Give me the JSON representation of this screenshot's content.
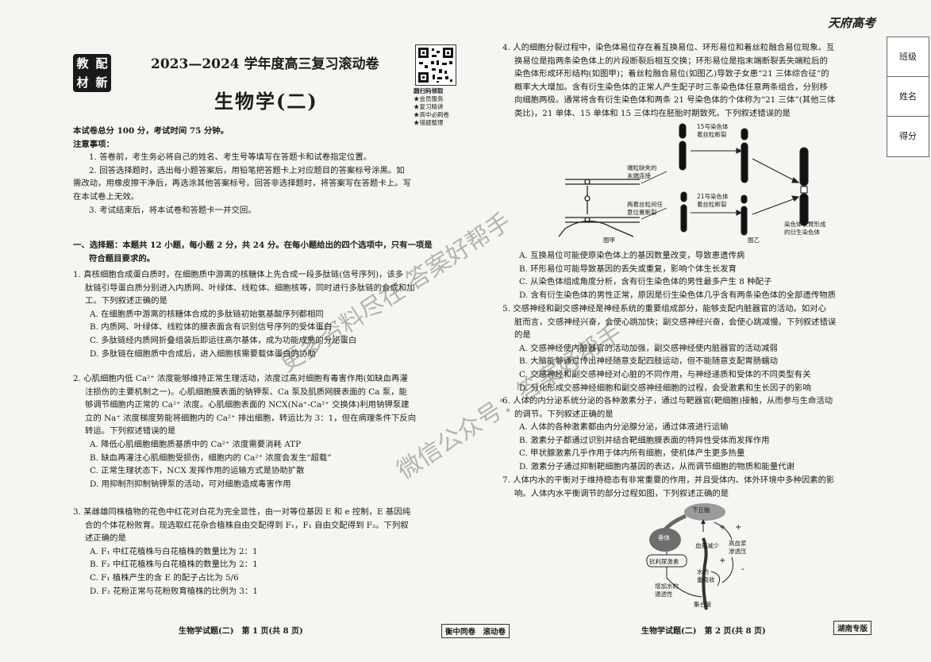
{
  "header": {
    "logo_chars": [
      "教",
      "配",
      "材",
      "新"
    ],
    "title": "2023—2024 学年度高三复习滚动卷",
    "subtitle": "生物学(二)",
    "qr_caption": "圆扫码领取",
    "qr_items": [
      "★会员服务",
      "★复习精讲",
      "★高中必刷卷",
      "★错题整理"
    ],
    "brand": "天府高考"
  },
  "sidebar": {
    "fields": [
      "班级",
      "姓名",
      "得分"
    ]
  },
  "notes": {
    "score_line": "本试卷总分 100 分，考试时间 75 分钟。",
    "heading": "注意事项：",
    "lines": [
      "1. 答卷前，考生务必将自己的姓名、考生号等填写在答题卡和试卷指定位置。",
      "2. 回答选择题时，选出每小题答案后，用铅笔把答题卡上对应题目的答案标号涂黑。如",
      "需改动，用橡皮擦干净后，再选涂其他答案标号。回答非选择题时，将答案写在答题卡上。写",
      "在本试卷上无效。",
      "3. 考试结束后，将本试卷和答题卡一并交回。"
    ]
  },
  "section": {
    "line1": "一、选择题：本题共 12 小题，每小题 2 分，共 24 分。在每小题给出的四个选项中，只有一项是",
    "line2": "符合题目要求的。"
  },
  "q1": {
    "lines": [
      "1. 真核细胞合成蛋白质时，在细胞质中游离的核糖体上先合成一段多肽链(信号序列)，该多",
      "肽链引导蛋白质分别进入内质网、叶绿体、线粒体、细胞核等，同时进行多肽链的合成和加",
      "工。下列叙述正确的是"
    ],
    "options": [
      "A. 在细胞质中游离的核糖体合成的多肽链初始氨基酸序列都相同",
      "B. 内质网、叶绿体、线粒体的膜表面含有识别信号序列的受体蛋白",
      "C. 多肽链经内质网折叠组装后即运往高尔基体，成为功能成熟的分泌蛋白",
      "D. 多肽链在细胞质中合成后，进入细胞核需要载体蛋白的协助"
    ]
  },
  "q2": {
    "lines": [
      "2. 心肌细胞内低 Ca²⁺ 浓度能够维持正常生理活动，浓度过高对细胞有毒害作用(如缺血再灌",
      "注损伤的主要机制之一)。心肌细胞膜表面的钠钾泵、Ca 泵及肌质网膜表面的 Ca 泵，能",
      "够调节细胞内正常的 Ca²⁺ 浓度。心肌细胞表面的 NCX(Na⁺-Ca²⁺ 交换体)利用钠钾泵建",
      "立的 Na⁺ 浓度梯度势能将细胞内的 Ca²⁺ 排出细胞，转运比为 3：1，但在病理条件下反向",
      "转运。下列叙述错误的是"
    ],
    "options": [
      "A. 降低心肌细胞细胞质基质中的 Ca²⁺ 浓度需要消耗 ATP",
      "B. 缺血再灌注心肌细胞受损伤，细胞内的 Ca²⁺ 浓度会发生“超载”",
      "C. 正常生理状态下，NCX 发挥作用的运输方式是协助扩散",
      "D. 用抑制剂抑制钠钾泵的活动，可对细胞造成毒害作用"
    ]
  },
  "q3": {
    "lines": [
      "3. 某雌雄同株植物的花色中红花对白花为完全显性，由一对等位基因 E 和 e 控制，E 基因纯",
      "合的个体花粉败育。现选取红花杂合植株自由交配得到 F₁，F₁ 自由交配得到 F₂。下列叙",
      "述正确的是"
    ],
    "options": [
      "A. F₁ 中红花植株与白花植株的数量比为 2：1",
      "B. F₂ 中红花植株与白花植株的数量比为 2：1",
      "C. F₁ 植株产生的含 E 的配子占比为 5/6",
      "D. F₂ 花粉正常与花粉败育植株的比例为 3：1"
    ]
  },
  "q4": {
    "lines": [
      "4. 人的细胞分裂过程中，染色体易位存在着互换易位、环形易位和着丝粒融合易位现象。互",
      "换易位是指两条染色体上的片段断裂后相互交换；环形易位是指末端断裂丢失端粒后的",
      "染色体形成环形结构(如图甲)；着丝粒融合易位(如图乙)导致子女患“21 三体综合征”的",
      "概率大大增加。含有衍生染色体的正常人产生配子时三条染色体任意两条组合，分别移",
      "向细胞两极。通常将含有衍生染色体和两条 21 号染色体的个体称为“21 三体”(其他三体",
      "类比)，21 单体、15 单体和 15 三体均在胚胎时期致死。下列叙述错误的是"
    ],
    "options": [
      "A. 互换易位可能使原染色体上的基因数量改变，导致患遗传病",
      "B. 环形易位可能导致基因的丢失或重复，影响个体生长发育",
      "C. 从染色体组成角度分析，含有衍生染色体的男性最多产生 8 种配子",
      "D. 含有衍生染色体的男性正常，原因是衍生染色体几乎含有两条染色体的全部遗传物质"
    ]
  },
  "figure1": {
    "label_ring1": "端粒缺失的",
    "label_ring2": "末端连接",
    "label_break1": "两着丝粒间任",
    "label_break2": "意位置断裂",
    "label_15_1": "15号染色体",
    "label_15_2": "着丝粒断裂",
    "label_21_1": "21号染色体",
    "label_21_2": "着丝粒断裂",
    "label_deriv1": "染色体长臂形成",
    "label_deriv2": "的衍生染色体",
    "caption_a": "图甲",
    "caption_b": "图乙"
  },
  "q5": {
    "lines": [
      "5. 交感神经和副交感神经是神经系统的重要组成部分，能够支配内脏器官的活动。如对心",
      "脏而言，交感神经兴奋，会使心跳加快；副交感神经兴奋，会使心跳减慢。下列叙述错误",
      "的是"
    ],
    "options": [
      "A. 交感神经使内脏器官的活动加强，副交感神经使内脏器官的活动减弱",
      "B. 大脑能够通过传出神经随意支配四肢运动，但不能随意支配胃肠蠕动",
      "C. 交感神经和副交感神经对心脏的不同作用，与神经递质和受体的不同类型有关",
      "D. 分化形成交感神经细胞和副交感神经细胞的过程，会受激素和生长因子的影响"
    ]
  },
  "q6": {
    "lines": [
      "6. 人体的内分泌系统分泌的各种激素分子，通过与靶器官(靶细胞)接触，从而参与生命活动",
      "的调节。下列叙述正确的是"
    ],
    "options": [
      "A. 人体的各种激素都由内分泌腺分泌，通过体液进行运输",
      "B. 激素分子都通过识别并结合靶细胞膜表面的特异性受体而发挥作用",
      "C. 甲状腺激素几乎作用于体内所有细胞，使机体产生更多热量",
      "D. 激素分子通过抑制靶细胞内基因的表达，从而调节细胞的物质和能量代谢"
    ]
  },
  "q7": {
    "lines": [
      "7. 人体内水的平衡对于维持稳态有非常重要的作用，并且受体内、体外环境中多种因素的影",
      "响。人体内水平衡调节的部分过程如图，下列叙述正确的是"
    ]
  },
  "figure2": {
    "hypothalamus": "下丘脑",
    "pituitary": "垂体",
    "adh": "抗利尿激素",
    "low_volume": "血量减少",
    "high_osm1": "高血浆",
    "high_osm2": "渗透压",
    "reabs1": "水的",
    "reabs2": "重吸收",
    "perm1": "增加水的",
    "perm2": "通透性",
    "duct": "集合管",
    "plus": "+",
    "minus": "-"
  },
  "footer": {
    "left": "生物学试题(二)　第 1 页(共 8 页)",
    "middle": "衡中同卷　滚动卷",
    "right": "生物学试题(二)　第 2 页(共 8 页)",
    "region": "湖南专版"
  },
  "watermarks": [
    "更多资料尽在 答案好帮手",
    "微信公众号：答案好帮手"
  ]
}
